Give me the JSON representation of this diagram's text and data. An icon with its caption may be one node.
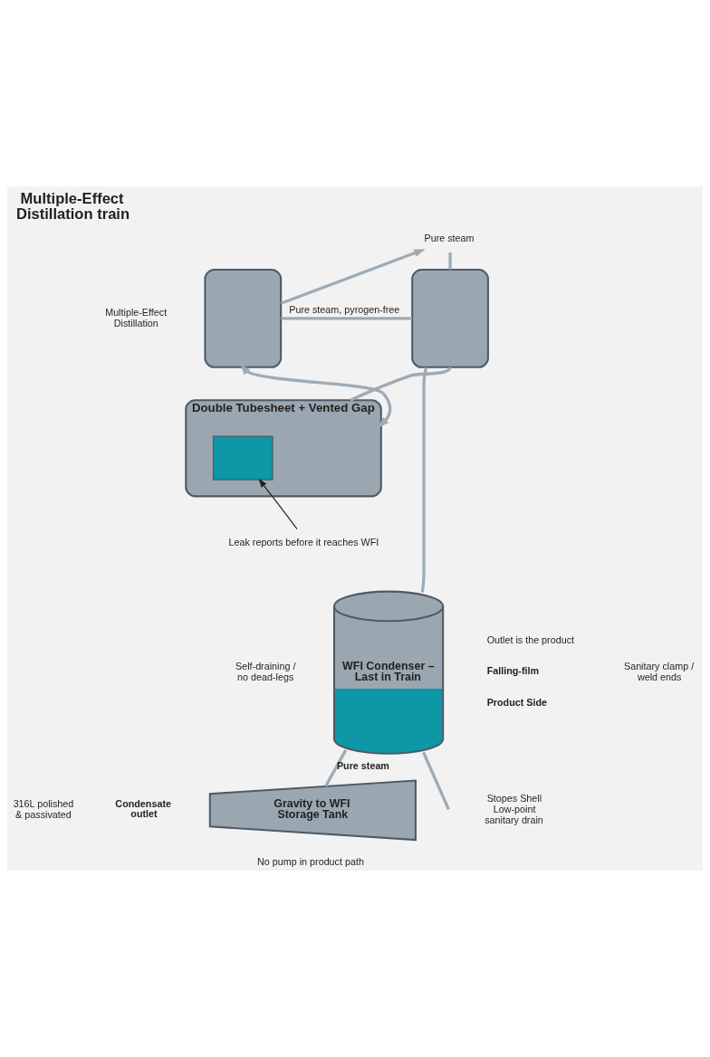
{
  "diagram": {
    "title": "Multiple-Effect Distillation train",
    "nodes": [
      {
        "text": [
          "Pure steam"
        ]
      },
      {
        "text": [],
        "shape": "box"
      },
      {
        "text": [],
        "shape": "box"
      },
      {
        "text": [
          "Double Tubesheet + Vented Gap"
        ]
      },
      {
        "text": [],
        "shape": "box",
        "in": 3
      },
      {
        "text": [
          "Leak reports before it reaches WFI"
        ]
      },
      {
        "text": [
          "WFI Condenser – Last in Train"
        ],
        "beside": [
          "Outlet is the product",
          "Falling-film",
          "Product Side"
        ]
      },
      {
        "text": [
          "Gravity to WFI Storage Tank"
        ],
        "beside": [
          "No pump in product path"
        ]
      }
    ],
    "edges": [
      {
        "from": 1,
        "to": 0,
        "arrow": "to"
      },
      {
        "from": 0,
        "to": 2,
        "arrow": "none"
      },
      {
        "from": 1,
        "to": 2,
        "arrow": "none",
        "label": "Pure steam, pyrogen-free"
      },
      {
        "from": 3,
        "to": 1,
        "arrow": "both"
      },
      {
        "from": 2,
        "to": 3,
        "arrow": "none"
      },
      {
        "from": 2,
        "to": 6,
        "arrow": "none"
      },
      {
        "from": 6,
        "to": 7,
        "arrow": "none",
        "label": "Pure steam"
      },
      {
        "from": 6,
        "to": null,
        "arrow": "none"
      },
      {
        "from": 5,
        "to": 4,
        "arrow": "to",
        "color": "#1f1f1f"
      }
    ],
    "labels": [
      "Multiple-Effect Distillation",
      "Self-draining / no dead-legs",
      "316L polished & passivated",
      "Sanitary clamp / weld ends",
      "Condensate outlet",
      "Stopes Shell Low-point sanitary drain"
    ]
  }
}
